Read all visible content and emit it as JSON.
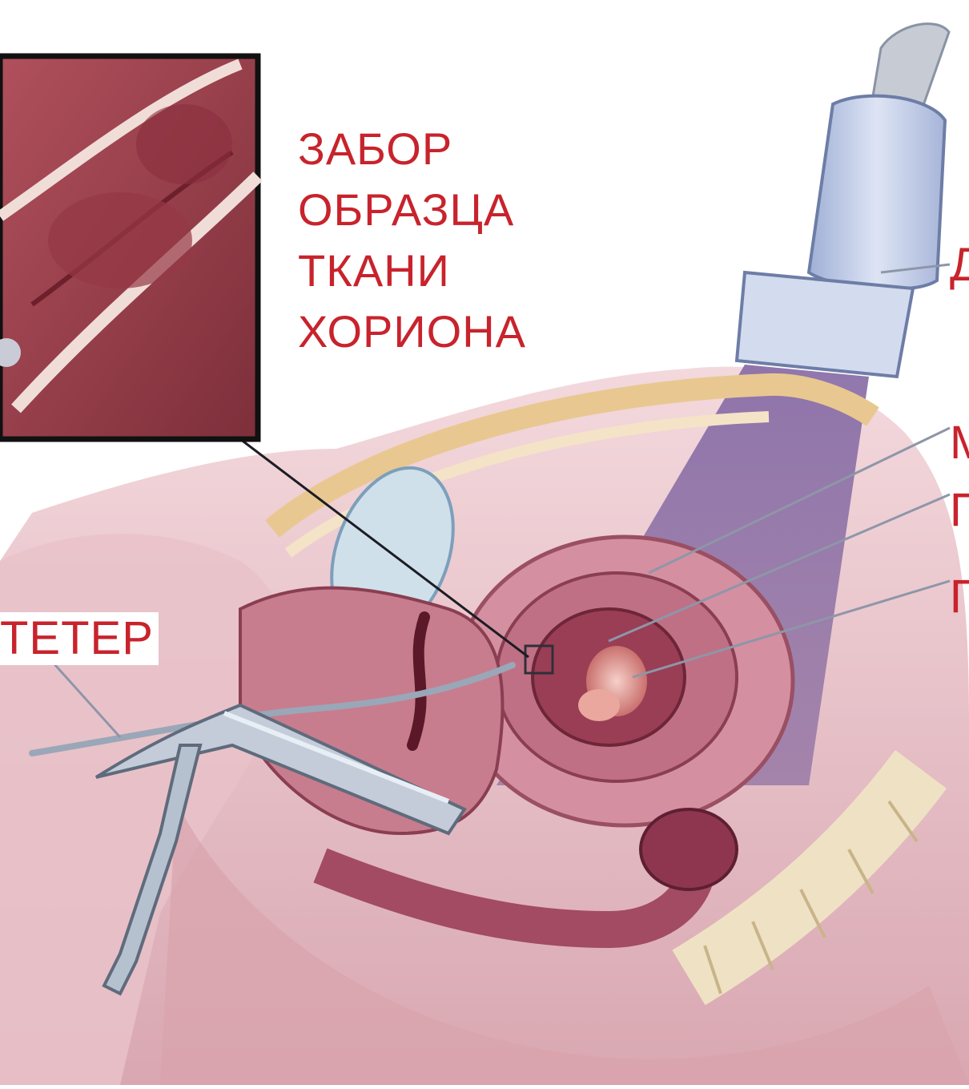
{
  "caption": {
    "line1": "ЗАБОР",
    "line2": "ОБРАЗЦА",
    "line3": "ТКАНИ",
    "line4": "ХОРИОНА"
  },
  "labels": {
    "left_catheter": "ТЕТЕР",
    "right_1": "Д",
    "right_2": "М",
    "right_3": "П",
    "right_4": "П"
  },
  "colors": {
    "label_text": "#c8232c",
    "tissue": "#a94a5a",
    "uterus_wall": "#d48fa0",
    "ultrasound_beam": "#8a6fa8",
    "probe": "#c9d3ea"
  }
}
